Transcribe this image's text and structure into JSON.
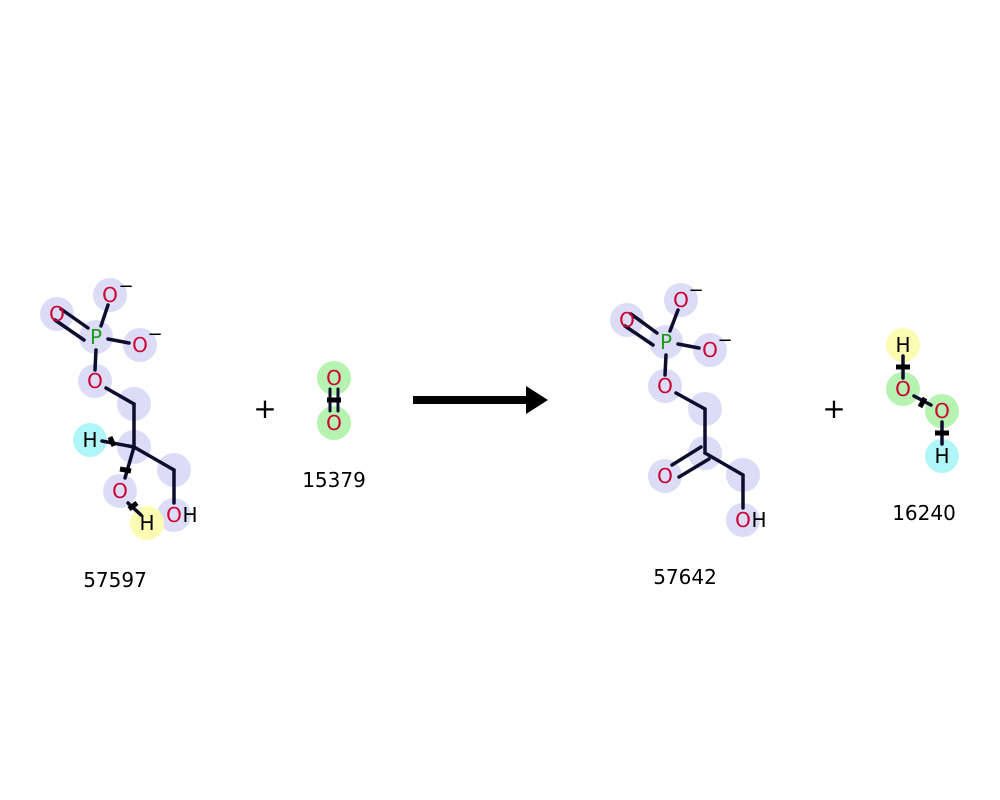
{
  "reaction": {
    "reactants": [
      {
        "id": "57597",
        "label": "57597"
      },
      {
        "id": "15379",
        "label": "15379"
      }
    ],
    "products": [
      {
        "id": "57642",
        "label": "57642"
      },
      {
        "id": "16240",
        "label": "16240"
      }
    ],
    "plus_sign": "+"
  },
  "atoms": {
    "oxygen": "O",
    "phosphorus": "P",
    "hydrogen": "H",
    "hydroxyl": "OH",
    "charge": "−"
  },
  "colors": {
    "bond": "#0d0d2e",
    "oxygen_text": "#cc0033",
    "phosphorus_text": "#1a9a1a",
    "hydrogen_text": "#000000",
    "highlight_lavender": "#dcdcf7",
    "highlight_green": "#b6f2b0",
    "highlight_yellow": "#fbfbb2",
    "highlight_cyan": "#b0f5f7"
  }
}
